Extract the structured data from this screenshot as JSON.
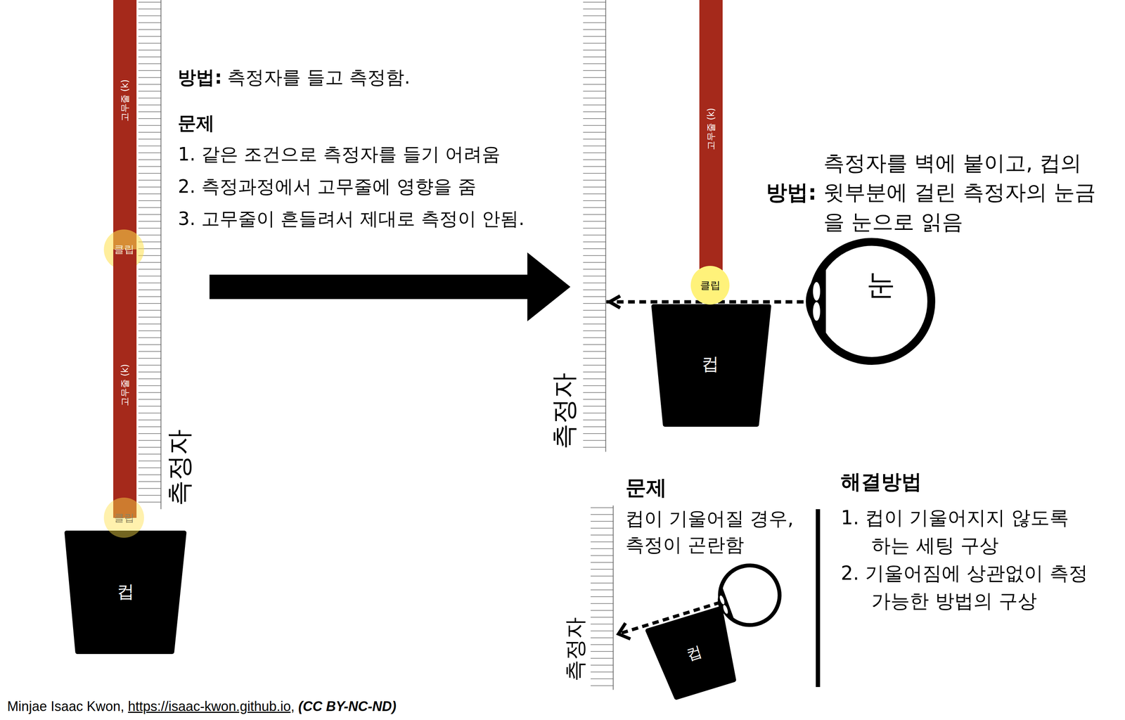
{
  "diagram": {
    "nodes": [
      {
        "text": [
          "측정자"
        ]
      },
      {
        "text": [
          "고무줄 (k)"
        ]
      },
      {
        "text": [
          "클립"
        ]
      },
      {
        "text": [
          "고무줄 (k)"
        ]
      },
      {
        "text": [
          "컵"
        ]
      },
      {
        "text": [
          "클립"
        ]
      },
      {
        "text": [
          "측정자"
        ]
      },
      {
        "text": [
          "고무줄 (k)"
        ]
      },
      {
        "text": [
          "컵"
        ]
      },
      {
        "text": [
          "클립"
        ]
      },
      {
        "text": [
          "눈"
        ]
      },
      {
        "text": [
          "측정자"
        ]
      },
      {
        "text": [
          "컵"
        ]
      }
    ],
    "edges": [
      {
        "from": 10,
        "to": 6,
        "arrow": "to"
      }
    ],
    "labels": [
      "방법:",
      "측정자를 들고 측정함.",
      "문제",
      "1. 같은 조건으로 측정자를 들기 어려움",
      "2. 측정과정에서 고무줄에 영향을 줌",
      "3. 고무줄이 흔들려서 제대로 측정이 안됨.",
      "방법:",
      "측정자를 벽에 붙이고, 컵의 윗부분에 걸린 측정자의 눈금을 눈으로 읽음",
      "문제",
      "컵이 기울어질 경우, 측정이 곤란함",
      "해결방법",
      "1. 컵이 기울어지지 않도록 하는 세팅 구상",
      "2. 기울어짐에 상관없이 측정 가능한 방법의 구상",
      "Minjae Isaac Kwon,",
      "https://isaac-kwon.github.io,",
      "(CC BY-NC-ND)"
    ]
  }
}
